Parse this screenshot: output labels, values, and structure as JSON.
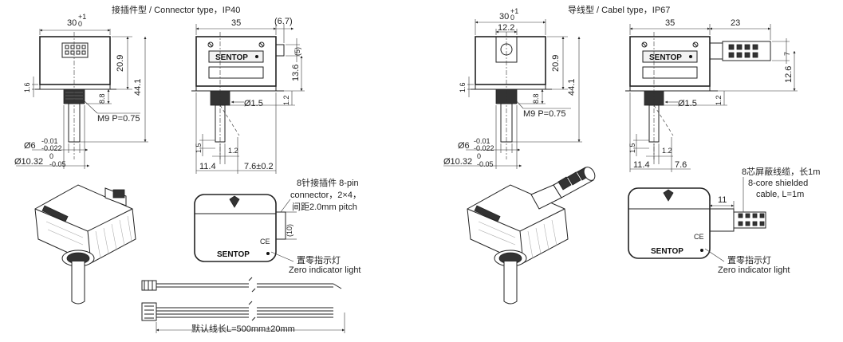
{
  "titles": {
    "connector": "接插件型 / Connector type，IP40",
    "cable": "导线型 / Cabel type，IP67"
  },
  "connector_front": {
    "width": "30",
    "width_tol_top": "+1",
    "width_tol_bottom": "0",
    "height": "20.9",
    "overall": "44.1",
    "flange": "1.6",
    "shaft_len": "8.8",
    "thread": "M9 P=0.75",
    "shaft_dia": "Ø6",
    "shaft_dia_tol_top": "-0.01",
    "shaft_dia_tol_bottom": "-0.022",
    "body_dia": "Ø10.32",
    "body_dia_tol_top": "0",
    "body_dia_tol_bottom": "-0.05"
  },
  "connector_side": {
    "width": "35",
    "offset": "(6.7)",
    "offset2": "(5)",
    "height": "13.6",
    "groove": "Ø1.5",
    "dim_1_2a": "1.2",
    "dim_1_5": "1.5",
    "dim_1_2b": "1.2",
    "dim_11_4": "11.4",
    "dim_7_6": "7.6±0.2",
    "brand": "SENTOP"
  },
  "connector_bottom": {
    "note_line1": "8针接插件 8-pin",
    "note_line2": "connector，2×4，",
    "note_line3": "间距2.0mm pitch",
    "dim_10": "(10)",
    "brand": "SENTOP",
    "ce": "CE",
    "zero_cn": "置零指示灯",
    "zero_en": "Zero indicator light"
  },
  "wire_note": "默认线长L=500mm±20mm",
  "cable_front": {
    "width": "30",
    "width_tol_top": "+1",
    "width_tol_bottom": "0",
    "gland": "12.2",
    "height": "20.9",
    "overall": "44.1",
    "flange": "1.6",
    "shaft_len": "8.8",
    "thread": "M9 P=0.75",
    "shaft_dia": "Ø6",
    "shaft_dia_tol_top": "-0.01",
    "shaft_dia_tol_bottom": "-0.022",
    "body_dia": "Ø10.32",
    "body_dia_tol_top": "0",
    "body_dia_tol_bottom": "-0.05"
  },
  "cable_side": {
    "width": "35",
    "cable_len": "23",
    "dim_7": "7",
    "height": "12.6",
    "groove": "Ø1.5",
    "dim_1_2a": "1.2",
    "dim_1_5": "1.5",
    "dim_1_2b": "1.2",
    "dim_11_4": "11.4",
    "dim_7_6": "7.6",
    "brand": "SENTOP"
  },
  "cable_bottom": {
    "dim_11": "11",
    "note_line1": "8芯屏蔽线缆，长1m",
    "note_line2": "8-core shielded",
    "note_line3": "cable, L=1m",
    "brand": "SENTOP",
    "ce": "CE",
    "zero_cn": "置零指示灯",
    "zero_en": "Zero indicator light"
  }
}
